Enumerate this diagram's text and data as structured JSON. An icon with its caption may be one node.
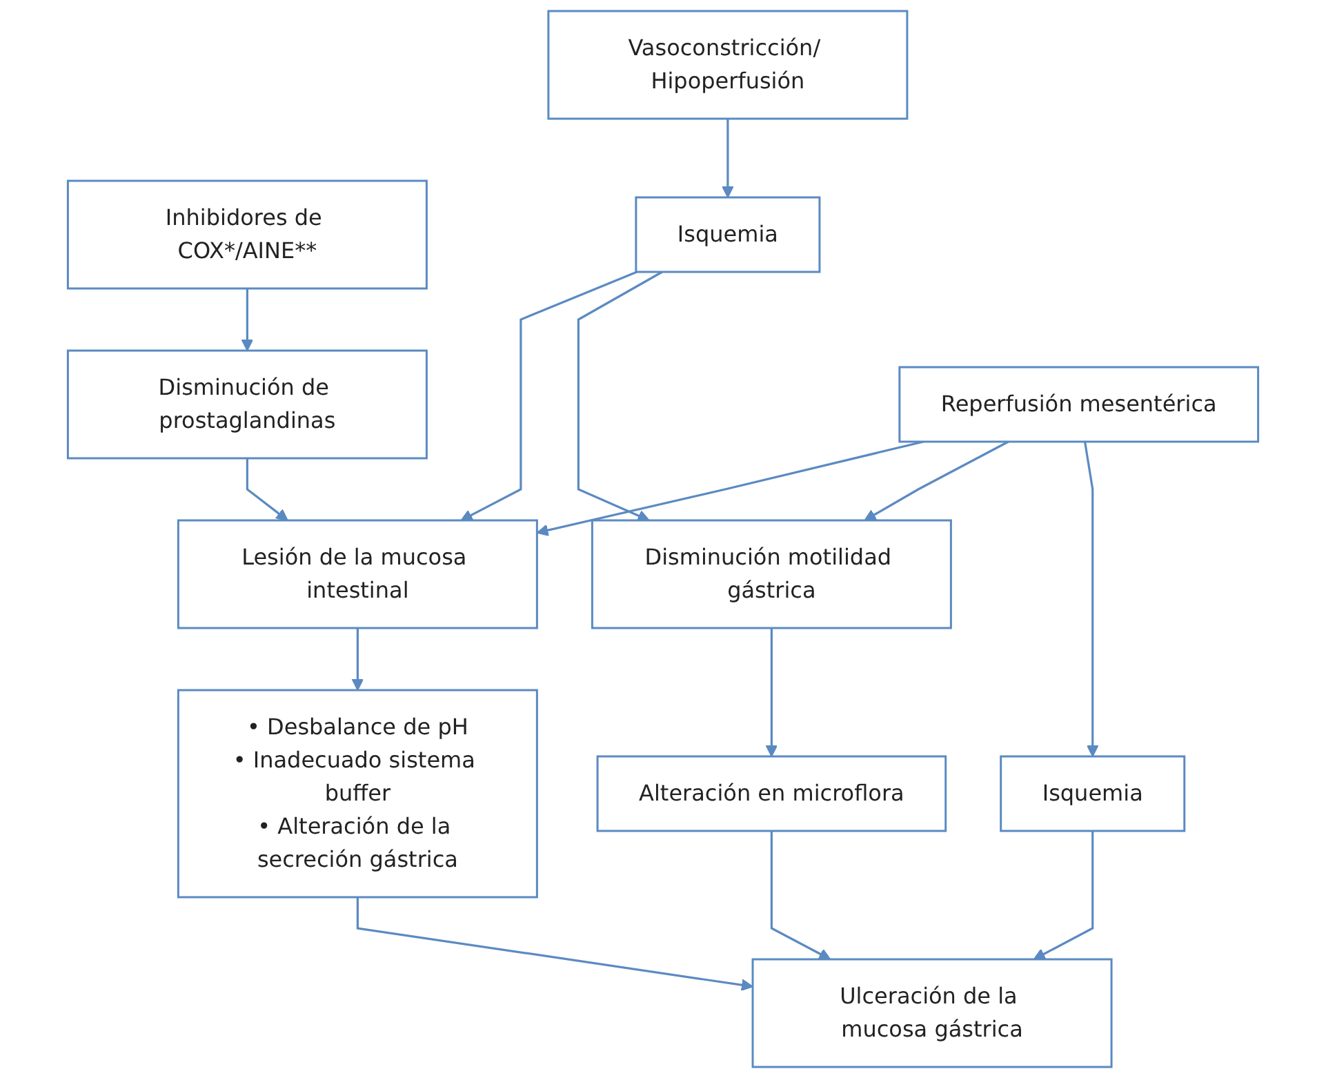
{
  "diagram": {
    "nodes": [
      {
        "text": [
          "Inhibidores de COX*/AINE**"
        ]
      },
      {
        "text": [
          "Vasoconstricción/ Hipoperfusión"
        ]
      },
      {
        "text": [
          "Disminución de prostaglandinas"
        ]
      },
      {
        "text": [
          "Isquemia"
        ]
      },
      {
        "text": [
          "Lesión de la mucosa intestinal"
        ]
      },
      {
        "text": [
          "Reperfusión mesentérica"
        ]
      },
      {
        "text": [
          "Disminución motilidad gástrica"
        ]
      },
      {
        "text": [
          "• Desbalance de pH",
          "• Inadecuado sistema buffer",
          "• Alteración de la secreción gástrica"
        ]
      },
      {
        "text": [
          "Isquemia"
        ]
      },
      {
        "text": [
          "Alteración en microflora"
        ]
      },
      {
        "text": [
          "Ulceración de la mucosa gástrica"
        ]
      }
    ],
    "edges": [
      {
        "from": 0,
        "to": 2,
        "arrow": "to"
      },
      {
        "from": 1,
        "to": 3,
        "arrow": "to"
      },
      {
        "from": 2,
        "to": 4,
        "arrow": "to"
      },
      {
        "from": 3,
        "to": 4,
        "arrow": "to"
      },
      {
        "from": 3,
        "to": 6,
        "arrow": "to"
      },
      {
        "from": 5,
        "to": 4,
        "arrow": "to"
      },
      {
        "from": 5,
        "to": 6,
        "arrow": "to"
      },
      {
        "from": 4,
        "to": 7,
        "arrow": "to"
      },
      {
        "from": 5,
        "to": 8,
        "arrow": "to"
      },
      {
        "from": 6,
        "to": 9,
        "arrow": "to"
      },
      {
        "from": 8,
        "to": 10,
        "arrow": "to"
      },
      {
        "from": 9,
        "to": 10,
        "arrow": "to"
      },
      {
        "from": 7,
        "to": 10,
        "arrow": "to"
      }
    ]
  }
}
